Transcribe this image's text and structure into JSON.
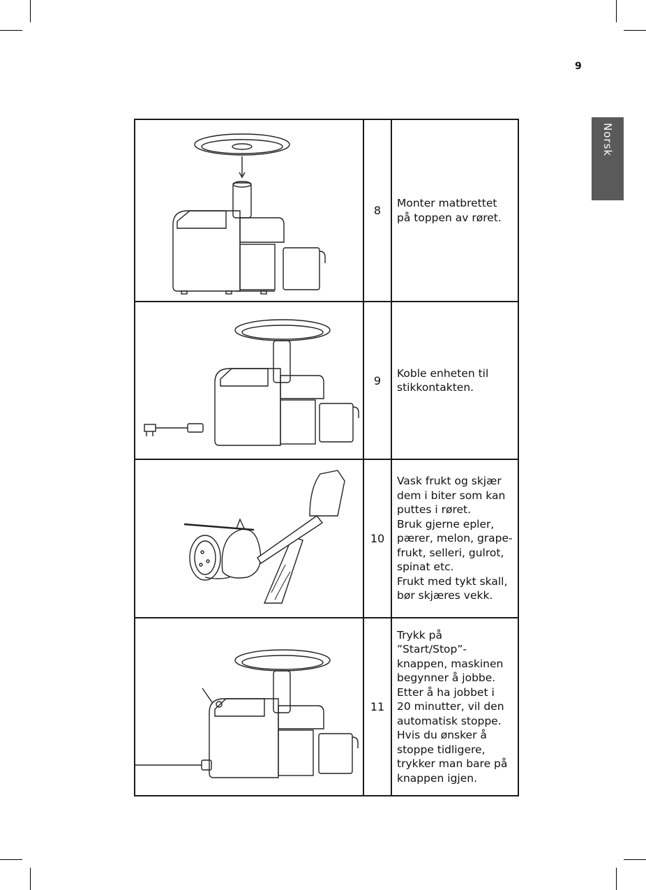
{
  "page_number": "9",
  "language_tab": "Norsk",
  "steps": [
    {
      "number": "8",
      "text": "Monter matbrettet\npå toppen av røret.",
      "illustration": "feed-tray-mount-illustration"
    },
    {
      "number": "9",
      "text": "Koble enheten til\nstikkontakten.",
      "illustration": "plug-in-illustration"
    },
    {
      "number": "10",
      "text": "Vask frukt og skjær\ndem i biter som kan\nputtes i røret.\nBruk gjerne epler,\npærer, melon, grape-\nfrukt, selleri, gulrot,\nspinat etc.\nFrukt med tykt skall,\nbør skjæres vekk.",
      "illustration": "cutting-fruit-illustration"
    },
    {
      "number": "11",
      "text": "Trykk på ”Start/Stop”-\nknappen, maskinen\nbegynner å jobbe.\nEtter å ha jobbet i\n20 minutter, vil den\nautomatisk stoppe.\nHvis du ønsker å\nstoppe tidligere,\ntrykker man bare på\nknappen igjen.",
      "illustration": "start-stop-illustration"
    }
  ]
}
